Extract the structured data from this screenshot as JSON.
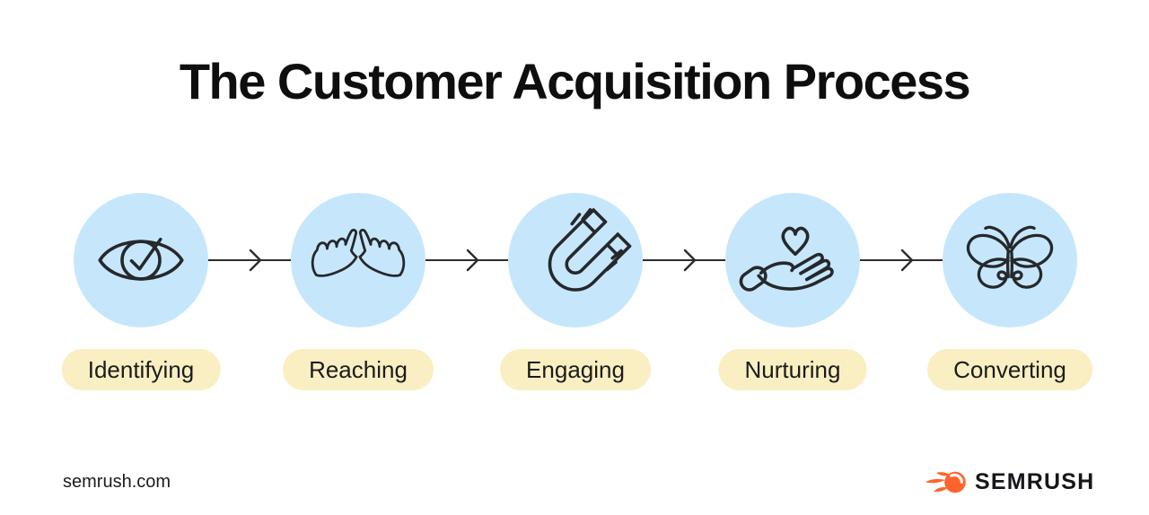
{
  "title": "The Customer Acquisition Process",
  "steps": [
    {
      "label": "Identifying",
      "icon": "eye-check-icon"
    },
    {
      "label": "Reaching",
      "icon": "pointing-hands-icon"
    },
    {
      "label": "Engaging",
      "icon": "magnet-icon"
    },
    {
      "label": "Nurturing",
      "icon": "hand-heart-icon"
    },
    {
      "label": "Converting",
      "icon": "butterfly-icon"
    }
  ],
  "connector": {
    "style": "arrow-right"
  },
  "footer": {
    "website": "semrush.com",
    "brand": "SEMRUSH"
  },
  "colors": {
    "background": "#ffffff",
    "circle_fill": "#c6e7fb",
    "pill_fill": "#faefc2",
    "line": "#26282c",
    "title_text": "#0e0e0e",
    "brand_orange": "#ff642d",
    "brand_text": "#16171b"
  }
}
